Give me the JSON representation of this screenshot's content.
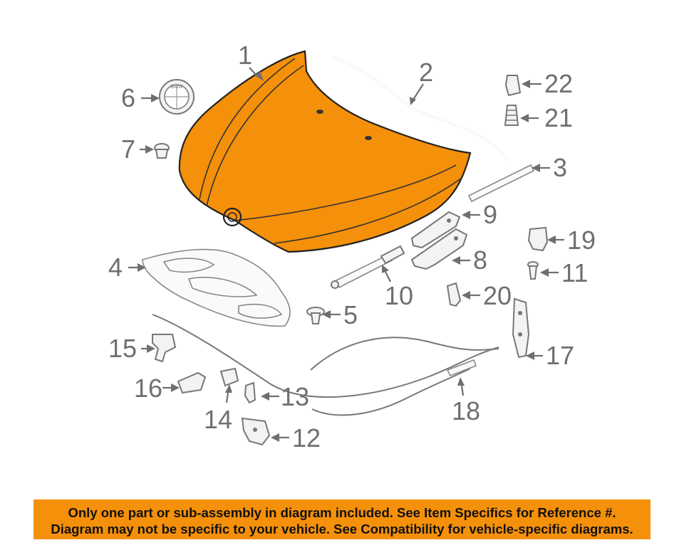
{
  "diagram": {
    "callouts": [
      "1",
      "2",
      "3",
      "4",
      "5",
      "6",
      "7",
      "8",
      "9",
      "10",
      "11",
      "12",
      "13",
      "14",
      "15",
      "16",
      "17",
      "18",
      "19",
      "20",
      "21",
      "22"
    ],
    "highlight_color": "#f5900a",
    "emblem_text": "BMW"
  },
  "notice": {
    "line1": "Only one part or sub-assembly in diagram included. See Item Specifics for Reference #.",
    "line2": "Diagram may not be specific to your vehicle. See Compatibility for vehicle-specific diagrams."
  }
}
